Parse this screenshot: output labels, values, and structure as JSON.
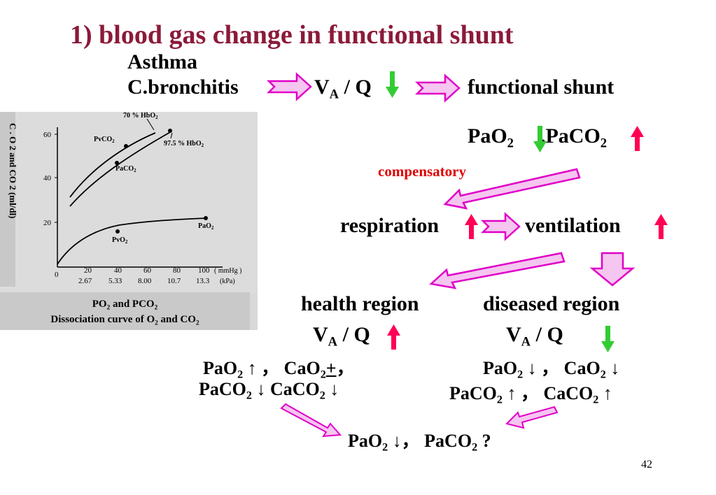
{
  "slide": {
    "title": "1) blood gas change in functional shunt",
    "page_number": "42"
  },
  "causes": [
    "Asthma",
    "C.bronchitis"
  ],
  "va_q_main": {
    "v": "V",
    "sub": "A",
    "rest": " / Q"
  },
  "functional_shunt": "functional shunt",
  "pao2": {
    "base": "PaO",
    "sub": "2",
    "sep": ",PaCO",
    "sub2": "2"
  },
  "compensatory": "compensatory",
  "respiration": "respiration",
  "ventilation": "ventilation",
  "health_region": {
    "label": "health region",
    "va_q": {
      "v": "V",
      "sub": "A",
      "rest": " / Q"
    },
    "line1": {
      "a": "PaO",
      "a_sub": "2",
      "a_mid": " ↑ ，  CaO",
      "b_sub": "2",
      "b_mid": "+",
      "b_end": "，"
    },
    "line2": {
      "a": "PaCO",
      "a_sub": "2",
      "a_mid": " ↓ CaCO",
      "b_sub": "2",
      "b_end": "  ↓"
    }
  },
  "diseased_region": {
    "label": "diseased region",
    "va_q": {
      "v": "V",
      "sub": "A",
      "rest": " / Q"
    },
    "line1": {
      "a": "PaO",
      "a_sub": "2",
      "a_mid": " ↓ ，  CaO",
      "b_sub": "2",
      "b_end": " ↓"
    },
    "line2": {
      "a": "PaCO",
      "a_sub": "2",
      "a_mid": " ↑ ，  CaCO",
      "b_sub": "2",
      "b_end": " ↑"
    }
  },
  "result": {
    "a": "PaO",
    "a_sub": "2",
    "a_mid": " ↓，  PaCO",
    "b_sub": "2",
    "b_end": " ?"
  },
  "graph": {
    "y_axis_label": "C . O 2  and CO 2  (ml/dl)",
    "y_ticks": [
      "60",
      "40",
      "20"
    ],
    "x_ticks_mmhg": [
      "0",
      "20",
      "40",
      "60",
      "80",
      "100"
    ],
    "x_unit_mmhg": "( mmHg )",
    "x_ticks_kpa": [
      "2.67",
      "5.33",
      "8.00",
      "10.7",
      "13.3"
    ],
    "x_unit_kpa": "(kPa)",
    "labels": {
      "hbo2_70": "70 % HbO",
      "hbo2_70_sub": "2",
      "hbo2_975": "97.5 % HbO",
      "hbo2_975_sub": "2",
      "pvco2": "PvCO",
      "pvco2_sub": "2",
      "paco2": "PaCO",
      "paco2_sub": "2",
      "pao2": "PaO",
      "pao2_sub": "2",
      "pvo2": "PvO",
      "pvo2_sub": "2"
    },
    "caption_line1": {
      "a": "PO",
      "a_sub": "2",
      "b": " and PCO",
      "b_sub": "2"
    },
    "caption_line2": {
      "a": "Dissociation curve of O",
      "a_sub": "2",
      "b": " and CO",
      "b_sub": "2"
    }
  },
  "colors": {
    "title": "#8b1a3a",
    "arrow_fill": "#f5c6f0",
    "arrow_stroke": "#e000c8",
    "up_arrow": "#ff0055",
    "down_arrow": "#33cc33",
    "compensatory": "#e00000"
  }
}
